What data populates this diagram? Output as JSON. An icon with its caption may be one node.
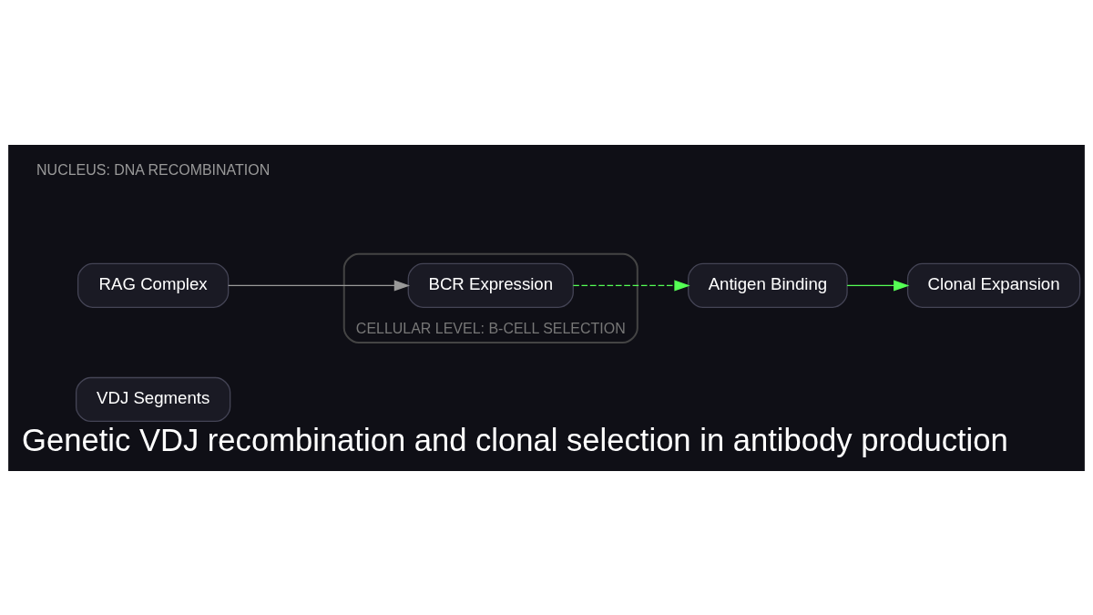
{
  "diagram": {
    "title": "Genetic VDJ recombination and clonal selection in antibody production",
    "nodes": [
      {
        "text": [
          "VDJ Segments"
        ]
      },
      {
        "text": [
          "RAG Complex"
        ]
      },
      {
        "text": [
          "CELLULAR LEVEL: B-CELL SELECTION"
        ]
      },
      {
        "text": [
          "BCR Expression"
        ],
        "in": 2
      },
      {
        "text": [
          "Antigen Binding"
        ]
      },
      {
        "text": [
          "Clonal Expansion"
        ]
      }
    ],
    "edges": [
      {
        "from": 1,
        "to": 3,
        "arrow": "to",
        "color": "#999999"
      },
      {
        "from": 3,
        "to": 4,
        "arrow": "to",
        "style": "dashed",
        "color": "#55ff55"
      },
      {
        "from": 4,
        "to": 5,
        "arrow": "to",
        "color": "#55ff55"
      }
    ],
    "labels": [
      "NUCLEUS: DNA RECOMBINATION"
    ]
  }
}
